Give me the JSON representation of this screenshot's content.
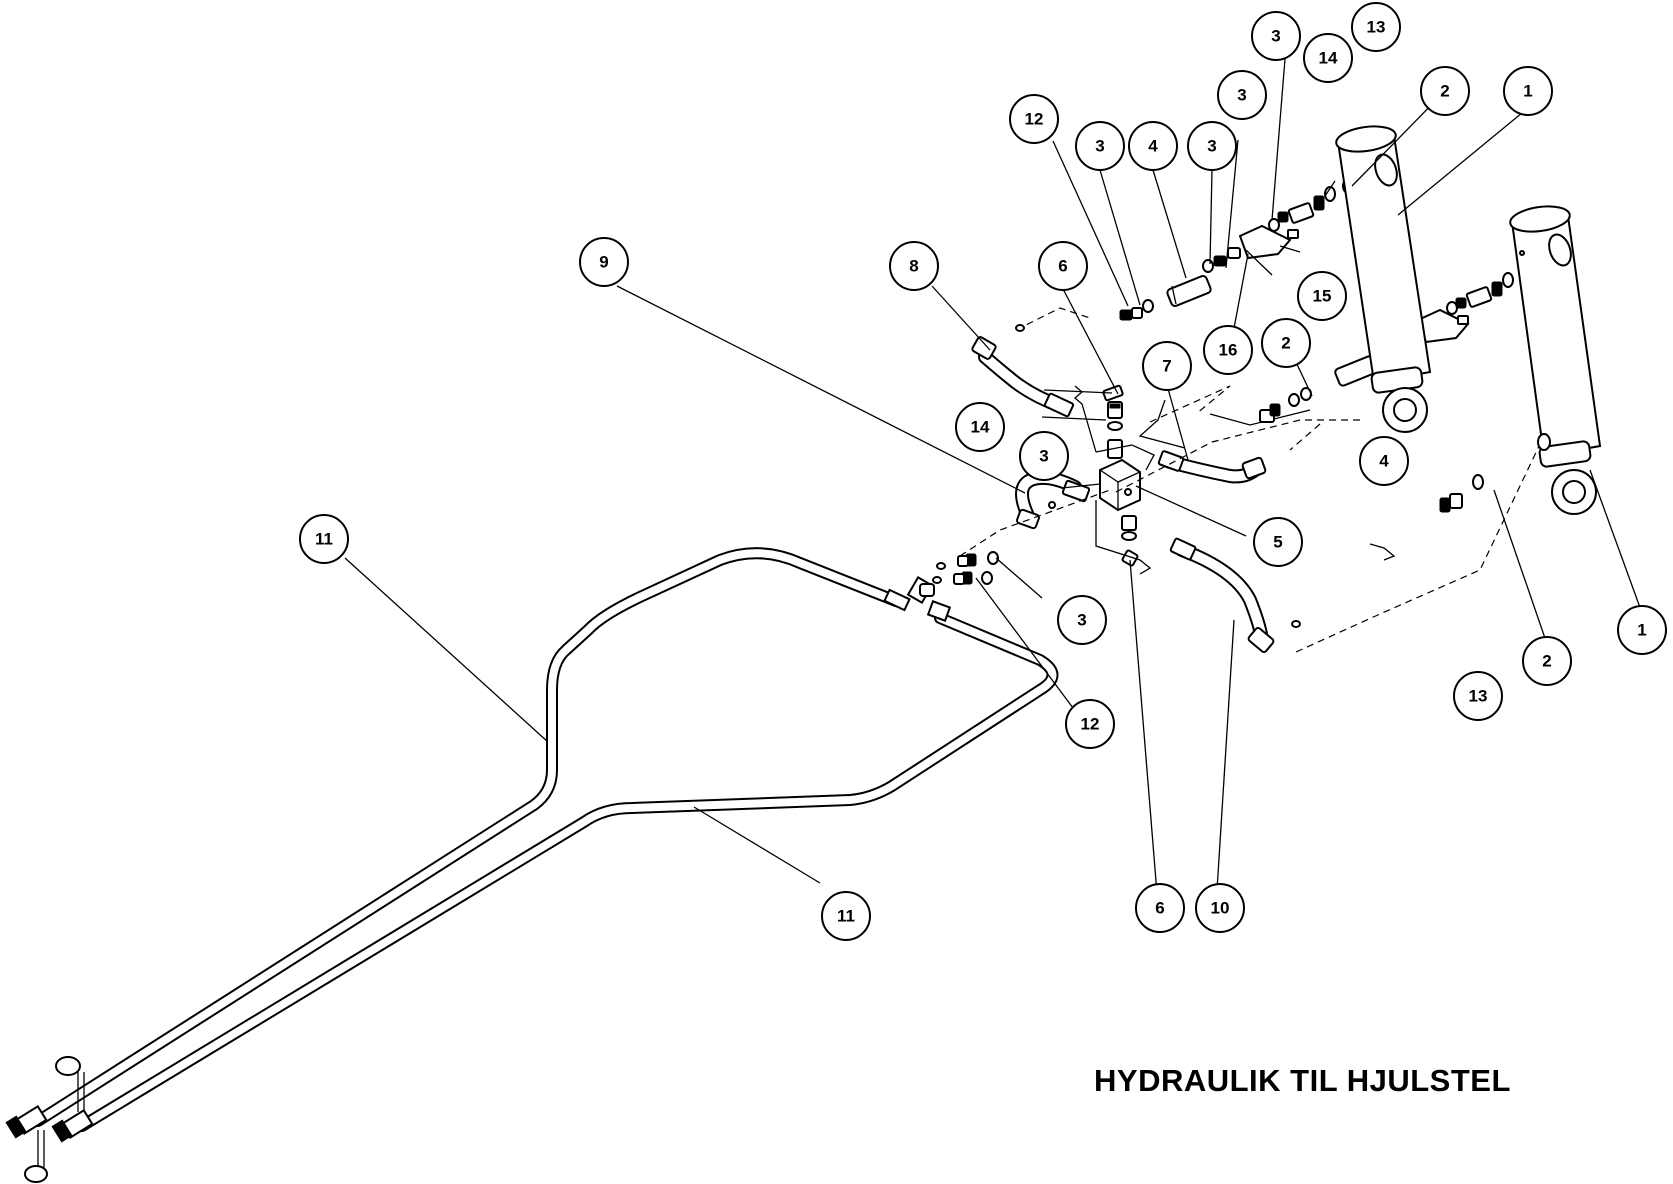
{
  "title": "HYDRAULIK TIL HJULSTEL",
  "callouts": [
    {
      "id": "c-1a",
      "label": "1"
    },
    {
      "id": "c-1b",
      "label": "1"
    },
    {
      "id": "c-2a",
      "label": "2"
    },
    {
      "id": "c-2b",
      "label": "2"
    },
    {
      "id": "c-2c",
      "label": "2"
    },
    {
      "id": "c-3a",
      "label": "3"
    },
    {
      "id": "c-3b",
      "label": "3"
    },
    {
      "id": "c-3c",
      "label": "3"
    },
    {
      "id": "c-3d",
      "label": "3"
    },
    {
      "id": "c-3e",
      "label": "3"
    },
    {
      "id": "c-3f",
      "label": "3"
    },
    {
      "id": "c-4a",
      "label": "4"
    },
    {
      "id": "c-4b",
      "label": "4"
    },
    {
      "id": "c-5",
      "label": "5"
    },
    {
      "id": "c-6a",
      "label": "6"
    },
    {
      "id": "c-6b",
      "label": "6"
    },
    {
      "id": "c-7",
      "label": "7"
    },
    {
      "id": "c-8",
      "label": "8"
    },
    {
      "id": "c-9",
      "label": "9"
    },
    {
      "id": "c-10",
      "label": "10"
    },
    {
      "id": "c-11a",
      "label": "11"
    },
    {
      "id": "c-11b",
      "label": "11"
    },
    {
      "id": "c-12a",
      "label": "12"
    },
    {
      "id": "c-12b",
      "label": "12"
    },
    {
      "id": "c-13a",
      "label": "13"
    },
    {
      "id": "c-13b",
      "label": "13"
    },
    {
      "id": "c-14a",
      "label": "14"
    },
    {
      "id": "c-14b",
      "label": "14"
    },
    {
      "id": "c-15",
      "label": "15"
    },
    {
      "id": "c-16",
      "label": "16"
    }
  ]
}
